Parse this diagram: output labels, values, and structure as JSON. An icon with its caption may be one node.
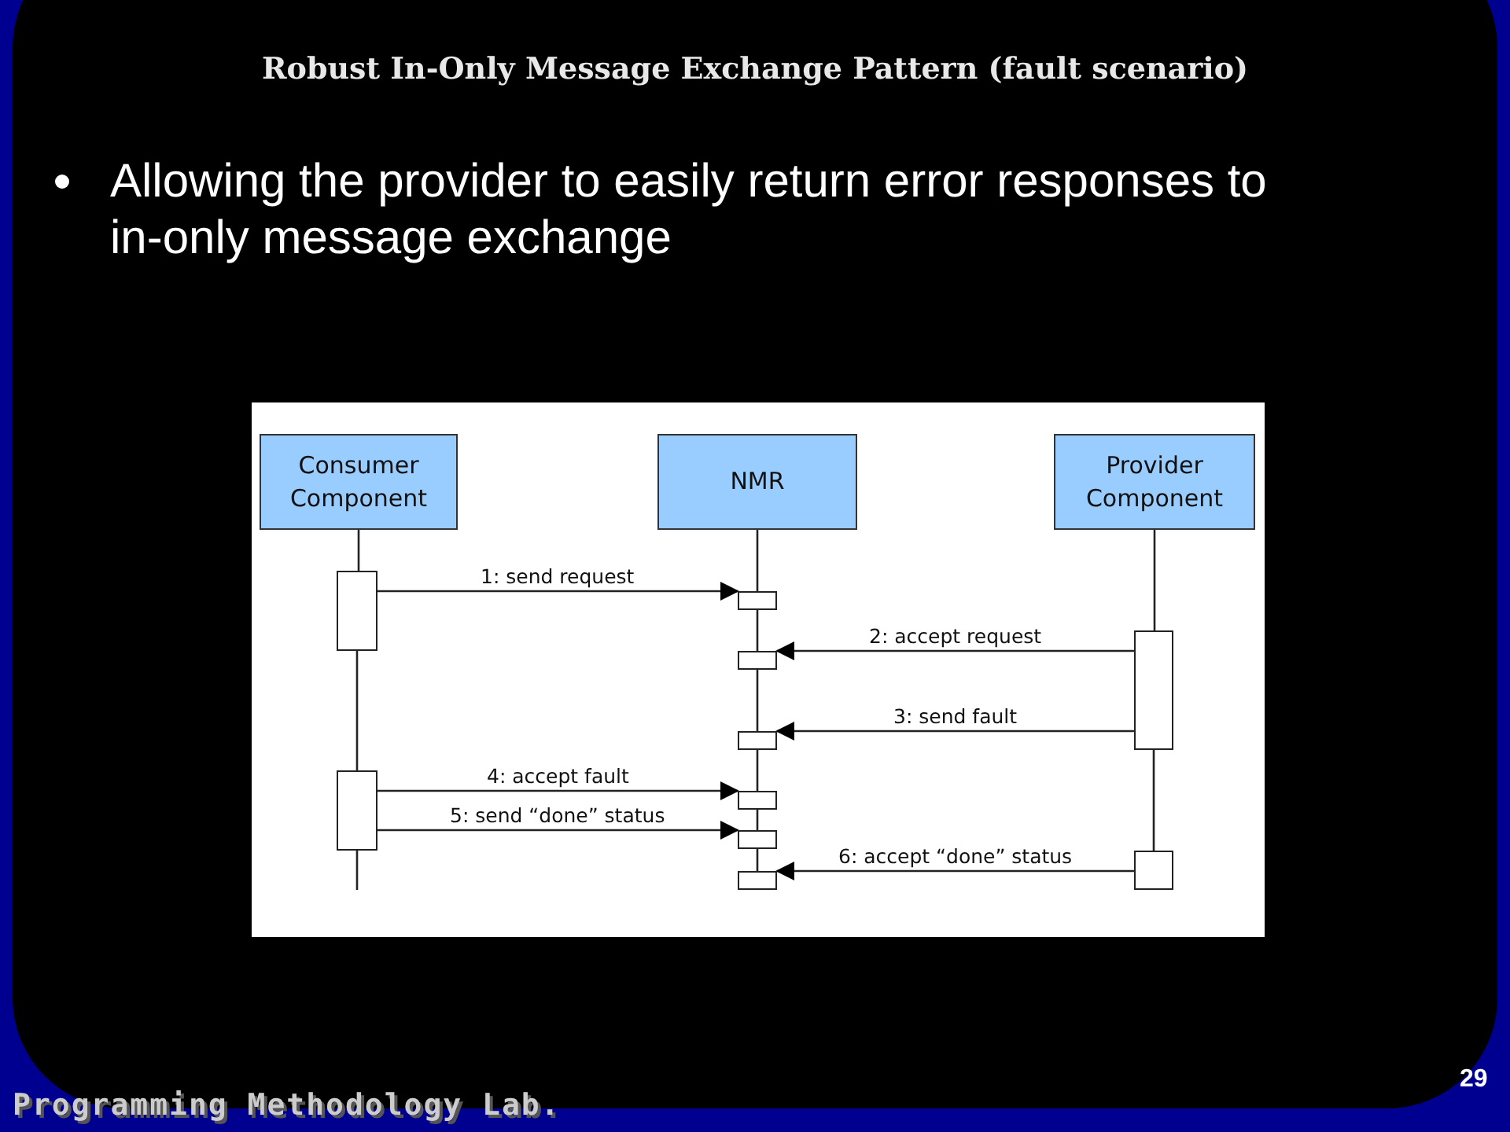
{
  "diagram": {
    "title": "Robust In-Only Message Exchange Pattern (fault scenario)",
    "nodes": [
      {
        "text": [
          "Consumer Component"
        ]
      },
      {
        "text": [
          "NMR"
        ]
      },
      {
        "text": [
          "Provider Component"
        ]
      },
      {
        "text": [],
        "shape": "box"
      },
      {
        "text": [],
        "shape": "box"
      },
      {
        "text": [],
        "shape": "box"
      },
      {
        "text": [],
        "shape": "box"
      },
      {
        "text": [],
        "shape": "box"
      },
      {
        "text": [],
        "shape": "box"
      },
      {
        "text": [],
        "shape": "box"
      },
      {
        "text": [],
        "shape": "box"
      },
      {
        "text": [],
        "shape": "box"
      },
      {
        "text": [],
        "shape": "box"
      }
    ],
    "edges": [
      {
        "from": 3,
        "to": 5,
        "arrow": "to",
        "label": "1: send request"
      },
      {
        "from": 11,
        "to": 6,
        "arrow": "to",
        "label": "2: accept request"
      },
      {
        "from": 11,
        "to": 7,
        "arrow": "to",
        "label": "3: send fault"
      },
      {
        "from": 4,
        "to": 8,
        "arrow": "to",
        "label": "4: accept fault"
      },
      {
        "from": 4,
        "to": 9,
        "arrow": "to",
        "label": "5: send “done” status"
      },
      {
        "from": 12,
        "to": 10,
        "arrow": "to",
        "label": "6: accept “done” status"
      },
      {
        "from": 0,
        "to": 3,
        "arrow": "none"
      },
      {
        "from": 3,
        "to": 4,
        "arrow": "none"
      },
      {
        "from": 4,
        "to": null,
        "arrow": "none"
      },
      {
        "from": 1,
        "to": 5,
        "arrow": "none"
      },
      {
        "from": 5,
        "to": 6,
        "arrow": "none"
      },
      {
        "from": 6,
        "to": 7,
        "arrow": "none"
      },
      {
        "from": 7,
        "to": 8,
        "arrow": "none"
      },
      {
        "from": 8,
        "to": 9,
        "arrow": "none"
      },
      {
        "from": 9,
        "to": 10,
        "arrow": "none"
      },
      {
        "from": 2,
        "to": 11,
        "arrow": "none"
      },
      {
        "from": 11,
        "to": 12,
        "arrow": "none"
      }
    ],
    "labels": [
      "Allowing the provider to easily return error responses to in-only message exchange",
      "Programming Methodology Lab.",
      "29"
    ]
  }
}
